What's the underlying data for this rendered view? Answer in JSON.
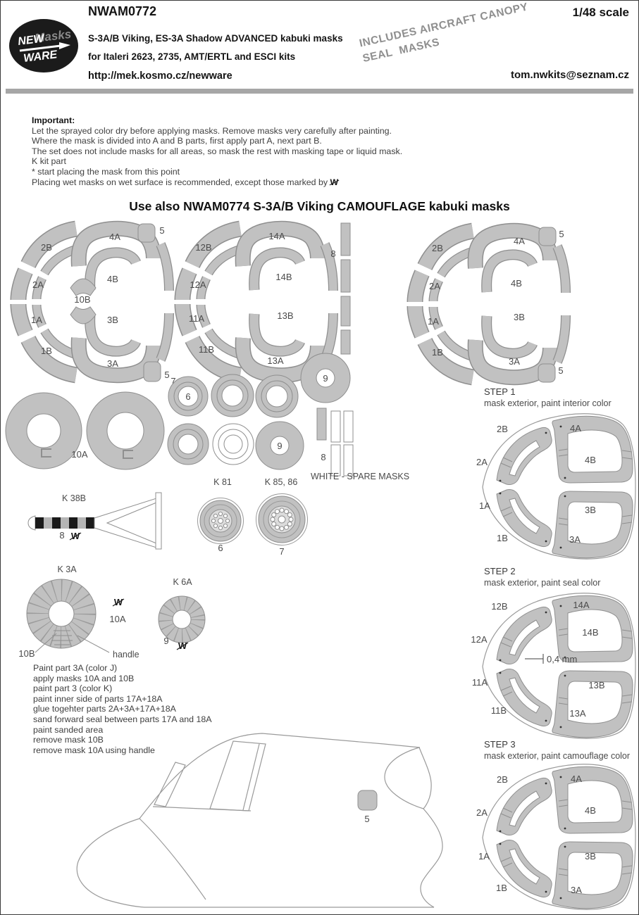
{
  "header": {
    "product_code": "NWAM0772",
    "title_line1": "S-3A/B Viking, ES-3A Shadow ADVANCED kabuki masks",
    "title_line2": "for Italeri 2623, 2735, AMT/ERTL and ESCI kits",
    "website": "http://mek.kosmo.cz/newware",
    "scale": "1/48 scale",
    "email": "tom.nwkits@seznam.cz",
    "banner_line1": "INCLUDES AIRCRAFT CANOPY",
    "banner_line2": "SEAL  MASKS",
    "logo": {
      "word1": "NEW",
      "word2": "WARE",
      "word3": "Masks"
    }
  },
  "important": {
    "heading": "Important:",
    "lines": [
      "Let the sprayed color dry before applying masks. Remove masks very carefully after painting.",
      "Where the mask is divided into A and B parts, first apply part A, next part B.",
      "The set does not include masks for all areas, so mask the rest with masking tape or liquid mask.",
      "K kit part",
      "*  start placing the mask from this point"
    ],
    "wet_prefix": "Placing wet masks on wet surface is recommended, except those marked by ",
    "w_mark": "W"
  },
  "note_heading": "Use also NWAM0774 S-3A/B Viking CAMOUFLAGE kabuki masks",
  "part_labels": {
    "p1A": "1A",
    "p1B": "1B",
    "p2A": "2A",
    "p2B": "2B",
    "p3A": "3A",
    "p3B": "3B",
    "p4A": "4A",
    "p4B": "4B",
    "p5": "5",
    "p6": "6",
    "p7": "7",
    "p8": "8",
    "p9": "9",
    "p10A": "10A",
    "p10B": "10B",
    "p11A": "11A",
    "p11B": "11B",
    "p12A": "12A",
    "p12B": "12B",
    "p13A": "13A",
    "p13B": "13B",
    "p14A": "14A",
    "p14B": "14B"
  },
  "kit_labels": {
    "k38b": "K 38B",
    "k81": "K 81",
    "k85_86": "K 85, 86",
    "k3a": "K 3A",
    "k6a": "K 6A"
  },
  "annotations": {
    "handle": "handle",
    "gap": "0,4 mm",
    "spare": "WHITE - SPARE MASKS",
    "w": "W"
  },
  "instructions": {
    "lines": [
      "Paint part 3A (color J)",
      "apply masks 10A and 10B",
      "paint part 3 (color K)",
      "paint inner side of parts 17A+18A",
      "glue togehter parts 2A+3A+17A+18A",
      "sand forward seal between parts 17A and 18A",
      "paint sanded area",
      "remove mask 10B",
      "remove mask 10A using handle"
    ]
  },
  "steps": [
    {
      "title": "STEP 1",
      "subtitle": "mask exterior, paint interior color"
    },
    {
      "title": "STEP 2",
      "subtitle": "mask exterior, paint seal color"
    },
    {
      "title": "STEP 3",
      "subtitle": "mask exterior, paint camouflage color"
    }
  ],
  "colors": {
    "mask_fill": "#c1c1c1",
    "mask_outline": "#8f8f8f",
    "divider": "#a6a6a6",
    "banner_text": "#8f8f8f"
  }
}
